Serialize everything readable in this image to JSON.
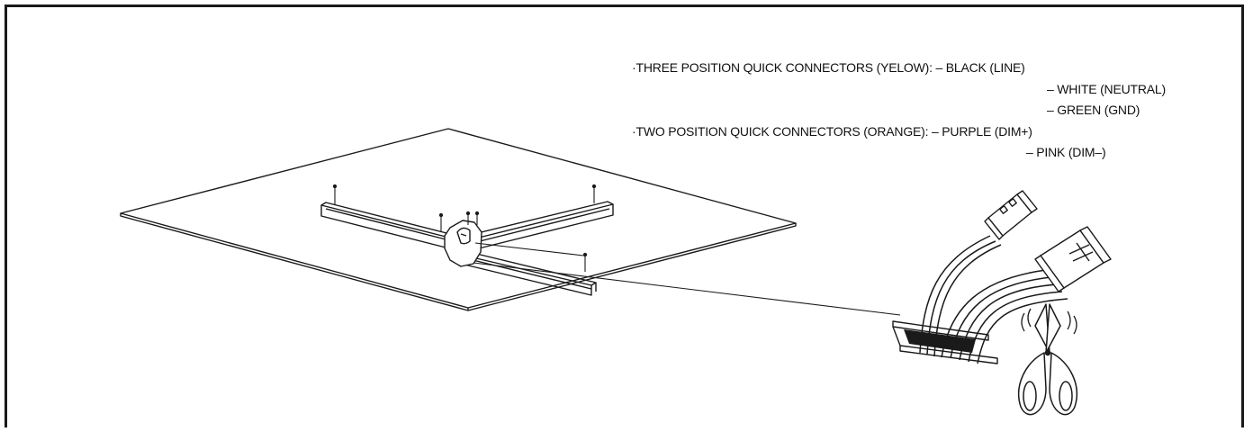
{
  "legend": {
    "lines": [
      "·THREE POSITION QUICK CONNECTORS (YELOW): – BLACK (LINE)",
      "– WHITE (NEUTRAL)",
      "– GREEN (GND)",
      "·TWO POSITION QUICK CONNECTORS (ORANGE): – PURPLE (DIM+)",
      "– PINK (DIM–)"
    ]
  },
  "colors": {
    "line": "#1a1a1a",
    "background": "#ffffff"
  },
  "icons": [
    "ceiling-panel",
    "linear-fixture-assembly",
    "junction-hub",
    "quick-connector-three-position",
    "quick-connector-two-position",
    "wire-bundle",
    "scissors-icon",
    "vibration-marks"
  ]
}
